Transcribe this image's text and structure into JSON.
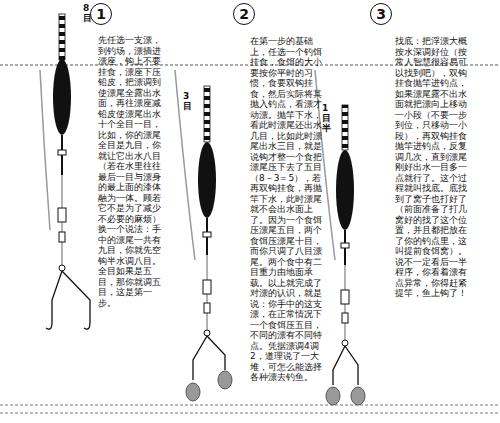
{
  "diagram": {
    "nodes": [
      {
        "text": [
          "1"
        ]
      },
      {
        "text": [
          "2"
        ]
      },
      {
        "text": [
          "3"
        ]
      }
    ],
    "labels": [
      "8目",
      "3目",
      "1目半",
      "先任选一支漂，到钓场，漂插进漂座，钩上不要挂食，漂座下压铅皮，把漂调到使漂尾全露出水面，再往漂座减铅皮使漂尾出水十个全目一目，比如，你的漂尾全目是九目，你就让它出水八目（若在水里往往最后一目与漂身的最上面的漆体融为一体。顾若它不是为了减少不必要的麻烦）换一个说法：手中的漂尾一共有九目，你就先空钩半水调八目。全目如果是五目，那你就调五目，这是第一步。",
      "在第一步的基础上，任选一个钓饵挂食，食饵的大小要按你平时的习惯，食要双钩挂食，然后实际将其抛入钓点，看漂才动漂。抛竿下水，看此时漂尾还出水几目，比如此时漂尾出水三目，就是说钩才整一个食把漂尾压下去了五目（8－3＝5），若再双钩挂食，再抛竿下水，此时漂尾就不会出水面上了。因为一个食饵压漂尾五目，两个食饵压漂尾十目，而你只调了八目漂尾。两个食中有二目重力由地面承载。以上就完成了对漂的认识，就是说：你手中的这支漂，在正常情况下一个食饵压五目，不同的漂有不同特点。凭据漂调4调2，道理说了一大堆，可怎么能选择各种漂去钓鱼。",
      "找底：把浮漂大概按水深调好位（按常人智慧很容易可以找到吧），双钩挂食抛竿进钓点，如果漂尾露不出水面就把漂向上移动一小段（不要一步到位，只移动一小段），再双钩挂食抛竿进钓点，反复调几次，直到漂尾刚好出水一目多一点就行了。这个过程就叫找底。底找到了窝子也打好了（前面准备了打几窝好的找了这个位置，并且都把放在了你的钓点里，这叫提前食饵窝）。说不一定看后一半程序，你看着漂有点异常，你得赶紧提竿，鱼上钩了！"
    ]
  }
}
